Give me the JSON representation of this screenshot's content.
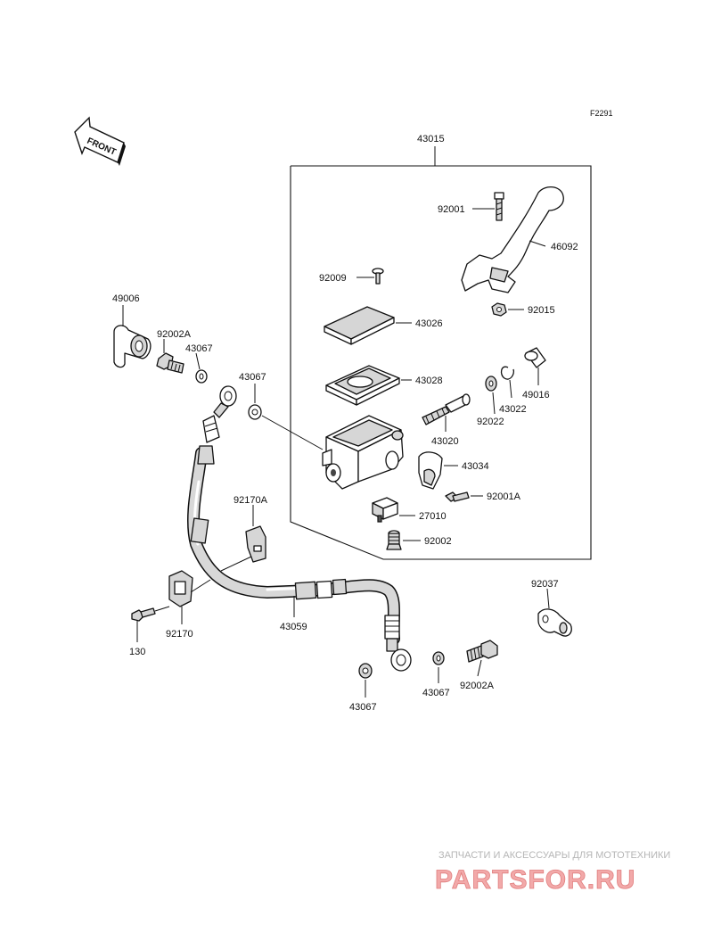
{
  "diagram": {
    "code": "F2291",
    "direction_label": "FRONT",
    "parts": {
      "p43015": "43015",
      "p92001": "92001",
      "p46092": "46092",
      "p92009": "92009",
      "p92015": "92015",
      "p43026": "43026",
      "p43028": "43028",
      "p49016": "49016",
      "p43022": "43022",
      "p92022": "92022",
      "p43020": "43020",
      "p43034": "43034",
      "p92001a": "92001A",
      "p27010": "27010",
      "p92002": "92002",
      "p49006": "49006",
      "p92002a_top": "92002A",
      "p43067_top": "43067",
      "p43067_mid": "43067",
      "p92170a": "92170A",
      "p92170": "92170",
      "p130": "130",
      "p43059": "43059",
      "p92037": "92037",
      "p43067_bl": "43067",
      "p43067_br": "43067",
      "p92002a_bot": "92002A"
    }
  },
  "watermark": {
    "caption": "ЗАПЧАСТИ И АКСЕССУАРЫ ДЛЯ МОТОТЕХНИКИ",
    "logo": "PARTSFOR.RU",
    "logo_color": "#f2a9a9"
  }
}
